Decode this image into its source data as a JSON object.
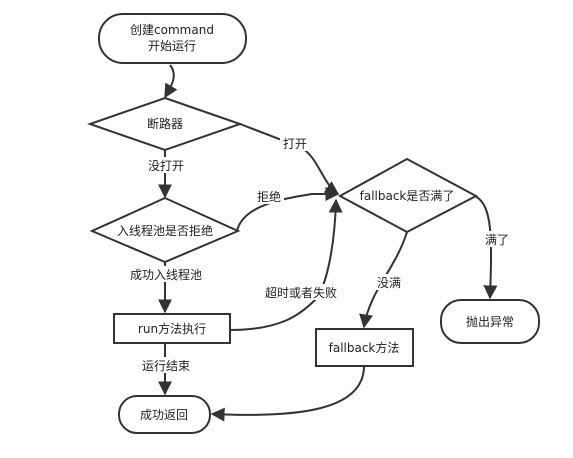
{
  "colors": {
    "stroke": "#333333",
    "fill": "#ffffff",
    "text": "#222222"
  },
  "nodes": {
    "start": {
      "line1": "创建command",
      "line2": "开始运行"
    },
    "breaker": {
      "label": "断路器"
    },
    "pool": {
      "label": "入线程池是否拒绝"
    },
    "run": {
      "label": "run方法执行"
    },
    "success": {
      "label": "成功返回"
    },
    "fallback_full": {
      "label": "fallback是否满了"
    },
    "fallback_method": {
      "label": "fallback方法"
    },
    "throw": {
      "label": "抛出异常"
    }
  },
  "edges": {
    "not_open": "没打开",
    "open": "打开",
    "reject": "拒绝",
    "pool_ok": "成功入线程池",
    "timeout_fail": "超时或者失败",
    "run_end": "运行结束",
    "not_full": "没满",
    "full": "满了"
  }
}
